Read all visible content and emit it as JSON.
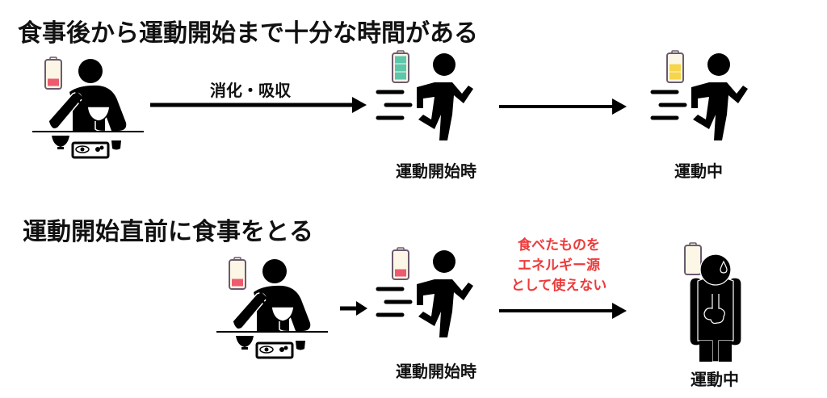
{
  "sections": [
    {
      "heading": "食事後から運動開始まで十分な時間がある",
      "steps": [
        {
          "figure": "eating-person",
          "battery_level": 0.33,
          "battery_color": "#ee5a6e",
          "label": ""
        },
        {
          "figure": "running-person",
          "battery_level": 1.0,
          "battery_color": "#5cc7ab",
          "label": "運動開始時"
        },
        {
          "figure": "running-person",
          "battery_level": 0.67,
          "battery_color": "#f6d54a",
          "label": "運動中"
        }
      ],
      "arrows": [
        {
          "label": "消化・吸収"
        },
        {
          "label": ""
        }
      ]
    },
    {
      "heading": "運動開始直前に食事をとる",
      "steps": [
        {
          "figure": "eating-person",
          "battery_level": 0.33,
          "battery_color": "#ee5a6e",
          "label": ""
        },
        {
          "figure": "running-person",
          "battery_level": 0.33,
          "battery_color": "#ee5a6e",
          "label": "運動開始時"
        },
        {
          "figure": "sick-person",
          "battery_level": 0.0,
          "battery_color": "#ee5a6e",
          "label": "運動中"
        }
      ],
      "arrows": [
        {
          "label": ""
        },
        {
          "label_lines": [
            "食べたものを",
            "エネルギー源",
            "として使えない"
          ]
        }
      ]
    }
  ],
  "colors": {
    "battery_frame": "#6b5a6e",
    "battery_empty": "#fbf6e6",
    "warning_text": "#ee3a3a",
    "ink": "#000000"
  }
}
